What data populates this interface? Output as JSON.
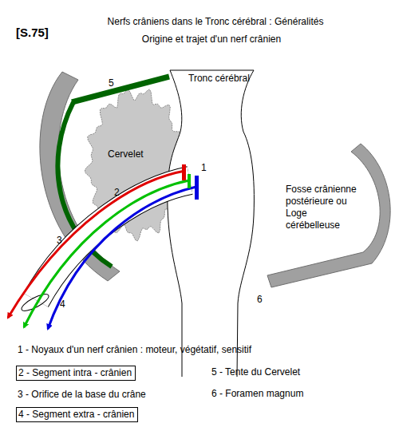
{
  "diagram": {
    "title": "Nerfs crâniens dans le Tronc cérébral : Généralités",
    "nodes": [
      {
        "text": [
          "Tronc cérébral"
        ]
      },
      {
        "text": [
          "Cervelet"
        ]
      },
      {
        "text": [
          "2 - Segment intra - crânien"
        ]
      },
      {
        "text": [
          "4 - Segment extra - crânien"
        ]
      }
    ],
    "labels": [
      "[S.75]",
      "Origine et trajet d'un nerf crânien",
      "5",
      "1",
      "2",
      "Fosse crânienne postérieure ou Loge cérébelleuse",
      "3",
      "4",
      "6",
      "1 - Noyaux d'un nerf crânien : moteur, végétatif, sensitif",
      "3 - Orifice de la base du crâne",
      "5 - Tente du Cervelet",
      "6 - Foramen magnum"
    ]
  }
}
